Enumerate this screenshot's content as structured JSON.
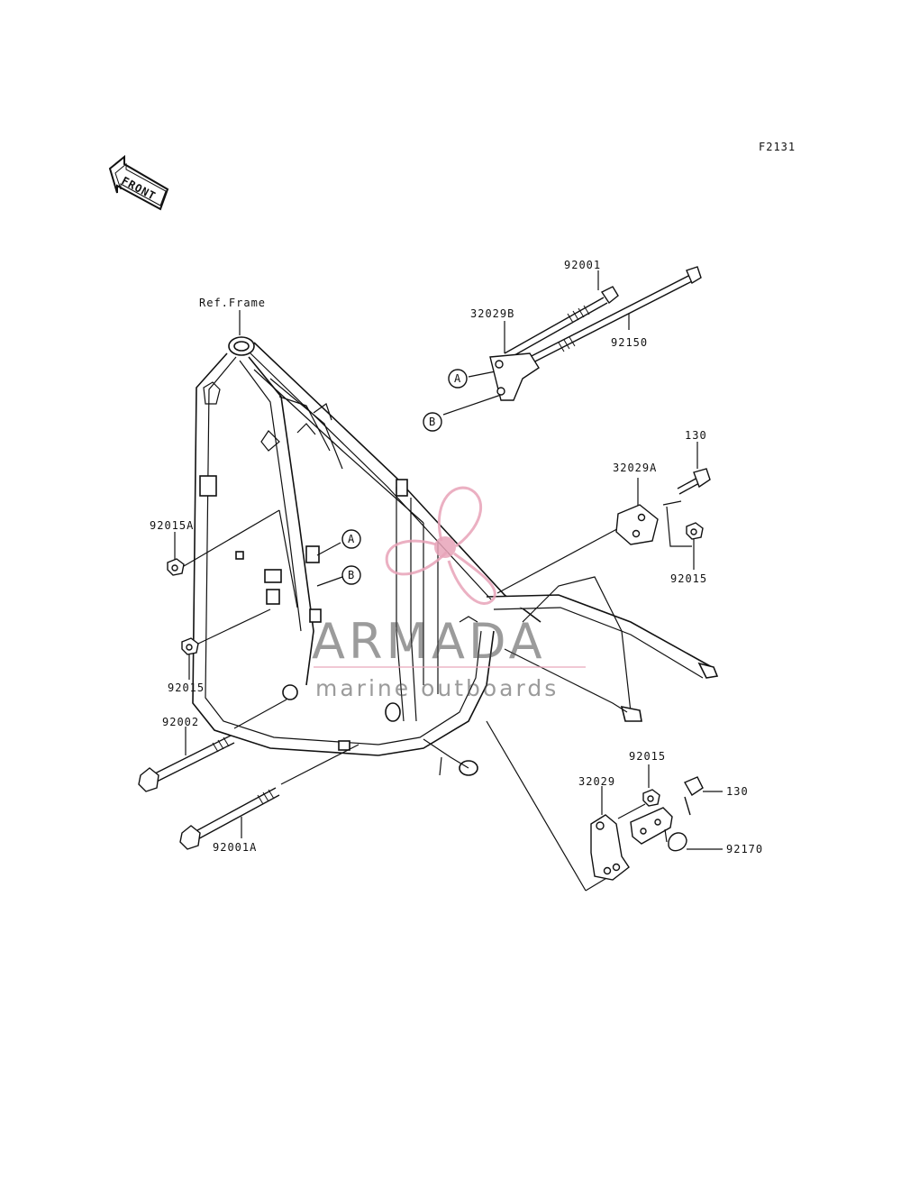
{
  "figure_code": "F2131",
  "front_label": "FRONT",
  "ref_frame_label": "Ref.Frame",
  "parts": {
    "p92001": "92001",
    "p32029B": "32029B",
    "p92150": "92150",
    "p130_top": "130",
    "p32029A": "32029A",
    "p92015_right": "92015",
    "p92015A": "92015A",
    "p92015_left": "92015",
    "p92002": "92002",
    "p92001A": "92001A",
    "p32029": "32029",
    "p92015_bottom": "92015",
    "p130_bottom": "130",
    "p92170": "92170"
  },
  "callouts": {
    "a1": "A",
    "b1": "B",
    "a2": "A",
    "b2": "B"
  },
  "watermark": {
    "brand": "ARMADA",
    "tagline": "marine outboards",
    "color": "#e8a3b8"
  }
}
